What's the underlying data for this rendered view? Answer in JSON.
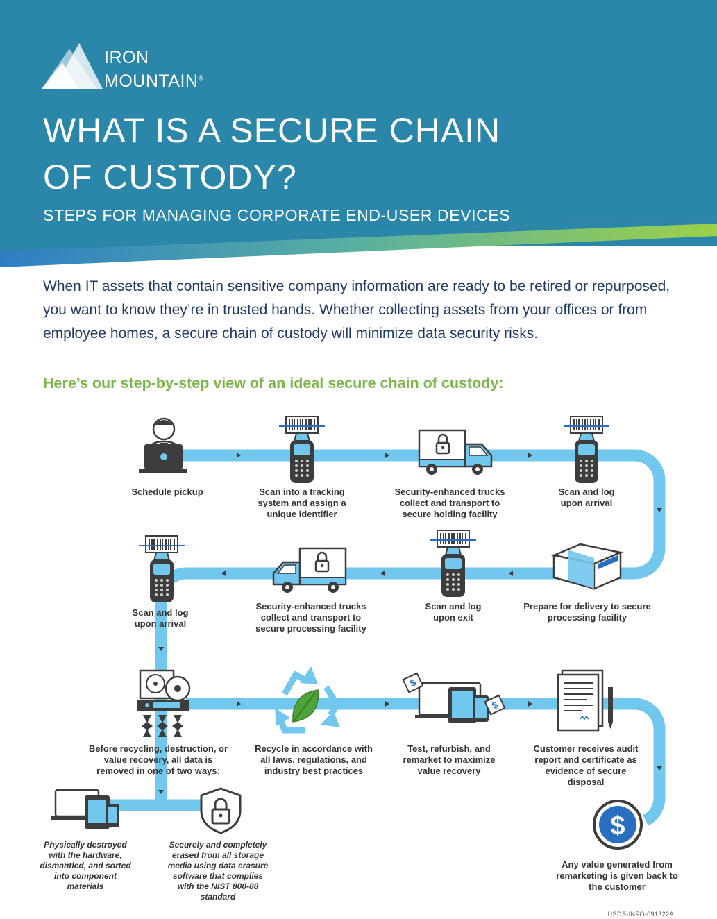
{
  "brand": {
    "line1": "IRON",
    "line2": "MOUNTAIN",
    "reg": "®"
  },
  "title": {
    "line1": "WHAT IS A SECURE CHAIN",
    "line2": "OF CUSTODY?"
  },
  "subtitle": "STEPS FOR MANAGING CORPORATE END-USER DEVICES",
  "intro": "When IT assets that contain sensitive company information are ready to be retired or repurposed, you want to know they’re in trusted hands. Whether collecting assets from your offices or from employee homes, a secure chain of custody will minimize data security risks.",
  "lead": "Here’s our step-by-step view of an ideal secure chain of custody:",
  "steps": [
    {
      "label": "Schedule pickup",
      "icon": "person-laptop-icon"
    },
    {
      "label": "Scan into a tracking system and assign a unique identifier",
      "icon": "barcode-scanner-icon"
    },
    {
      "label": "Security-enhanced trucks collect and transport to secure holding facility",
      "icon": "truck-icon"
    },
    {
      "label": "Scan and log upon arrival",
      "icon": "barcode-scanner-icon"
    },
    {
      "label": "Prepare for delivery to secure processing facility",
      "icon": "box-icon"
    },
    {
      "label": "Scan and log upon exit",
      "icon": "barcode-scanner-icon"
    },
    {
      "label": "Security-enhanced trucks collect and transport to secure processing facility",
      "icon": "truck-icon"
    },
    {
      "label": "Scan and log upon arrival",
      "icon": "barcode-scanner-icon"
    },
    {
      "label": "Before recycling, destruction, or value recovery, all data is removed in one of two ways:",
      "icon": "shredder-icon"
    },
    {
      "label": "Recycle in accordance with all laws, regulations, and industry best practices",
      "icon": "recycle-icon"
    },
    {
      "label": "Test, refurbish, and remarket to maximize value recovery",
      "icon": "devices-tag-icon"
    },
    {
      "label": "Customer receives audit report and certificate as evidence of secure disposal",
      "icon": "document-icon"
    },
    {
      "label": "Any value generated from remarketing is given back to the customer",
      "icon": "dollar-icon"
    }
  ],
  "branches": [
    {
      "label": "Physically destroyed with the hardware, dismantled, and sorted into component materials",
      "icon": "devices-icon"
    },
    {
      "label": "Securely and completely erased from all storage media using data erasure software that complies with the NIST 800-88 standard",
      "icon": "shield-lock-icon"
    }
  ],
  "doc_id": "USDS-INFO-091322A",
  "colors": {
    "header": "#2a87aa",
    "path": "#72c7ef",
    "green": "#7ab648",
    "blue_text": "#1f3a68",
    "icon": "#3d3d3d"
  }
}
